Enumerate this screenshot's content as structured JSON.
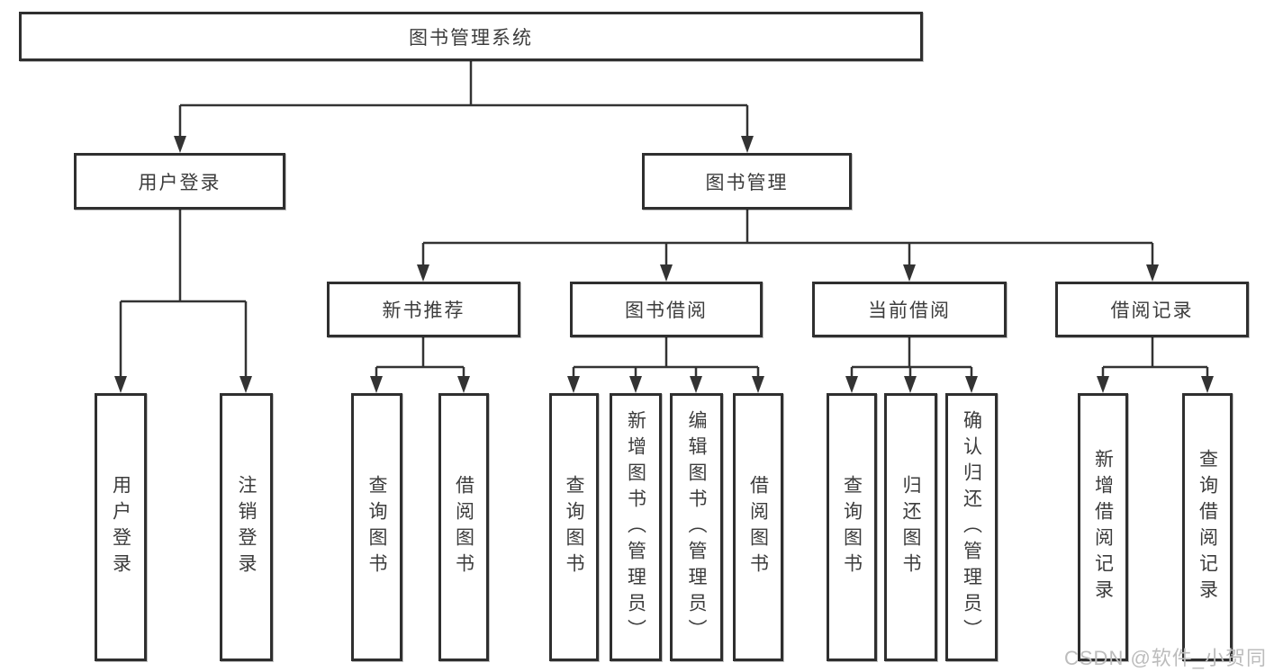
{
  "diagram": {
    "root": {
      "label": "图书管理系统"
    },
    "branches": [
      {
        "label": "用户登录",
        "children": [
          {
            "label": "用户登录"
          },
          {
            "label": "注销登录"
          }
        ]
      },
      {
        "label": "图书管理",
        "modules": [
          {
            "label": "新书推荐",
            "children": [
              {
                "label": "查询图书"
              },
              {
                "label": "借阅图书"
              }
            ]
          },
          {
            "label": "图书借阅",
            "children": [
              {
                "label": "查询图书"
              },
              {
                "label": "新增图书（管理员）"
              },
              {
                "label": "编辑图书（管理员）"
              },
              {
                "label": "借阅图书"
              }
            ]
          },
          {
            "label": "当前借阅",
            "children": [
              {
                "label": "查询图书"
              },
              {
                "label": "归还图书"
              },
              {
                "label": "确认归还（管理员）"
              }
            ]
          },
          {
            "label": "借阅记录",
            "children": [
              {
                "label": "新增借阅记录"
              },
              {
                "label": "查询借阅记录"
              }
            ]
          }
        ]
      }
    ]
  },
  "watermark": {
    "text": "CSDN @软件_小贺同学"
  },
  "colors": {
    "line": "#333333",
    "box_border": "#2f2f2f",
    "text": "#3c3c3c",
    "box_background": "#ffffff",
    "page_background": "#ffffff",
    "watermark": "#bcbcbc"
  }
}
